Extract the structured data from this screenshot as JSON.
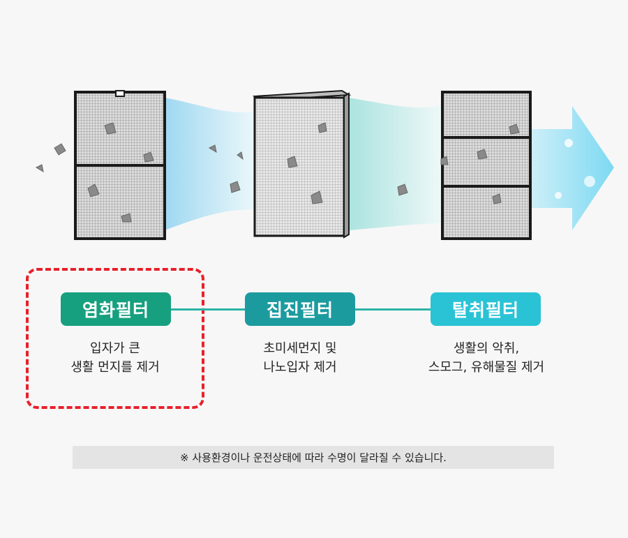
{
  "filters": [
    {
      "name": "염화필터",
      "desc_line1": "입자가 큰",
      "desc_line2": "생활 먼지를 제거",
      "color": "#17a07f"
    },
    {
      "name": "집진필터",
      "desc_line1": "초미세먼지 및",
      "desc_line2": "나노입자 제거",
      "color": "#1c9b9f"
    },
    {
      "name": "탈취필터",
      "desc_line1": "생활의 악취,",
      "desc_line2": "스모그, 유해물질 제거",
      "color": "#2ac3d6"
    }
  ],
  "highlight_color": "#e8202a",
  "notice": "※ 사용환경이나 운전상태에 따라 수명이 달라질 수 있습니다."
}
